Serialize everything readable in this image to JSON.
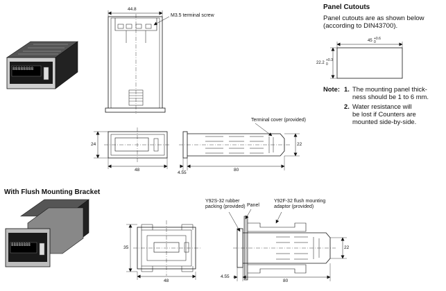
{
  "labels": {
    "dim_top_width": "44.8",
    "terminal_screw": "M3.5 terminal screw",
    "dim_front_h": "24",
    "dim_front_w": "48",
    "terminal_cover": "Terminal cover (provided)",
    "dim_side_h": "22",
    "dim_side_len": "80",
    "dim_side_front": "4.55",
    "flush_front_h": "35",
    "flush_front_w": "48",
    "rubber_packing": "Y92S-32 rubber packing (provided)",
    "panel": "Panel",
    "adaptor": "Y92F-32 flush mounting adaptor (provided)",
    "flush_side_h": "22",
    "flush_side_len": "80",
    "flush_side_front": "4.55"
  },
  "panel_cutouts": {
    "title": "Panel Cutouts",
    "line1": "Panel cutouts are as shown below",
    "line2": "(according to DIN43700).",
    "width": "45",
    "width_tol_top": "+0.6",
    "width_tol_bottom": "0",
    "height": "22.2",
    "height_tol_top": "+0.3",
    "height_tol_bottom": "0"
  },
  "note": {
    "label": "Note:",
    "item1_num": "1.",
    "item1_line1": "The mounting panel thick-",
    "item1_line2": "ness should be 1 to 6 mm.",
    "item2_num": "2.",
    "item2_line1": "Water resistance will",
    "item2_line2": "be lost if Counters are",
    "item2_line3": "mounted side-by-side."
  },
  "flush_heading": "With Flush Mounting Bracket",
  "device_display": "88888888"
}
